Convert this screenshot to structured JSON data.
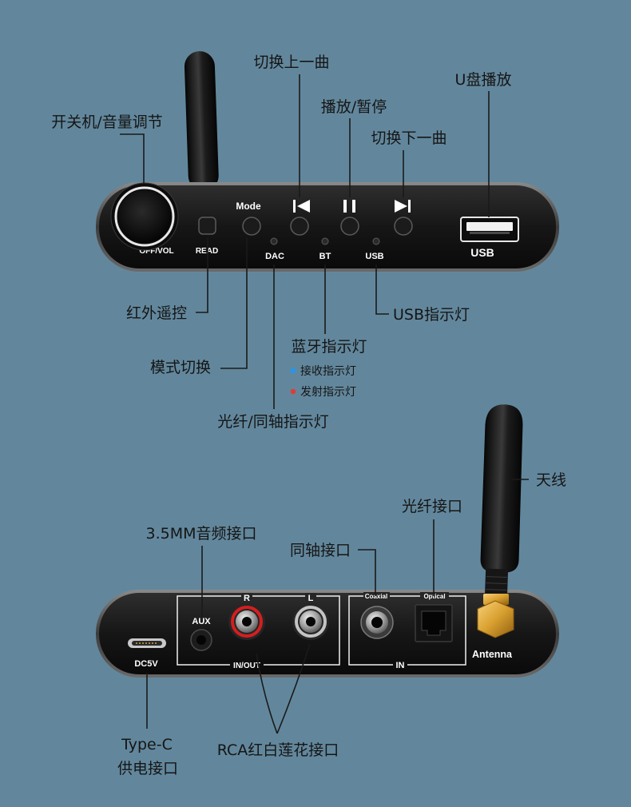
{
  "front_panel": {
    "callouts": {
      "power_volume": "开关机/音量调节",
      "previous_track": "切换上一曲",
      "play_pause": "播放/暂停",
      "next_track": "切换下一曲",
      "usb_playback": "U盘播放",
      "ir_remote": "红外遥控",
      "mode_switch": "模式切换",
      "dac_indicator": "光纤/同轴指示灯",
      "bt_indicator": "蓝牙指示灯",
      "bt_receive": "接收指示灯",
      "bt_transmit": "发射指示灯",
      "usb_indicator": "USB指示灯"
    },
    "labels": {
      "knob": "OFF/VOL",
      "read": "READ",
      "mode": "Mode",
      "dac": "DAC",
      "bt": "BT",
      "usb_led": "USB",
      "usb_port": "USB"
    }
  },
  "back_panel": {
    "callouts": {
      "antenna": "天线",
      "optical": "光纤接口",
      "aux": "3.5MM音频接口",
      "coaxial": "同轴接口",
      "power_line1": "Type-C",
      "power_line2": "供电接口",
      "rca": "RCA红白莲花接口"
    },
    "labels": {
      "dc": "DC5V",
      "aux": "AUX",
      "r": "R",
      "l": "L",
      "in_out": "IN/OUT",
      "coaxial": "Coaxial",
      "optical": "Optical",
      "in": "IN",
      "antenna": "Antenna"
    }
  },
  "icons": {
    "previous": "previous-track-icon",
    "pause": "play-pause-icon",
    "next": "next-track-icon"
  },
  "colors": {
    "background": "#62879c",
    "receive_dot": "#2196f3",
    "transmit_dot": "#e53935",
    "rca_right": "#d51e1e",
    "rca_left": "#c4c4c4",
    "antenna_gold": "#e0a93a"
  }
}
